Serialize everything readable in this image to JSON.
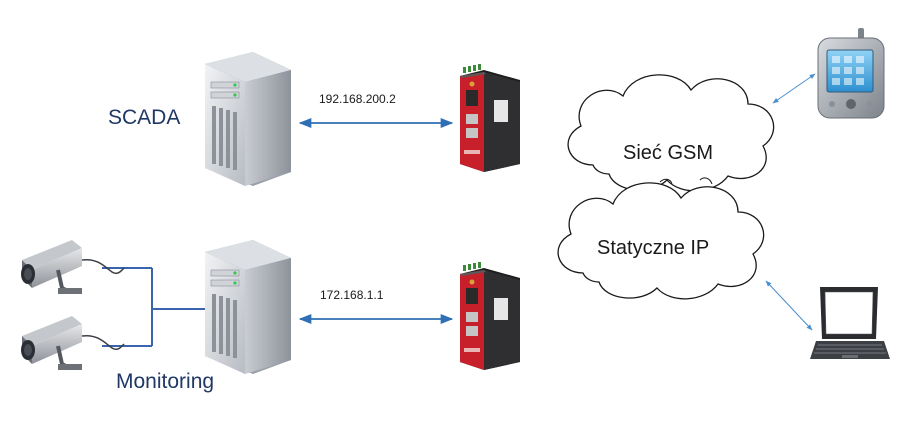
{
  "nodes": {
    "scada": "SCADA",
    "monitoring": "Monitoring",
    "ip_scada": "192.168.200.2",
    "ip_monitoring": "172.168.1.1",
    "cloud_gsm": "Sieć GSM",
    "cloud_static": "Statyczne IP"
  },
  "icons": {
    "server": "server-tower-icon",
    "router": "industrial-router-icon",
    "camera": "cctv-camera-icon",
    "phone": "pda-phone-icon",
    "laptop": "laptop-icon",
    "cloud": "cloud-icon"
  },
  "colors": {
    "link": "#2f6fb5",
    "cable": "#3a64ad",
    "router_red": "#c8202a",
    "cloud_outline": "#1a1a1a",
    "label_blue": "#1f3864"
  }
}
